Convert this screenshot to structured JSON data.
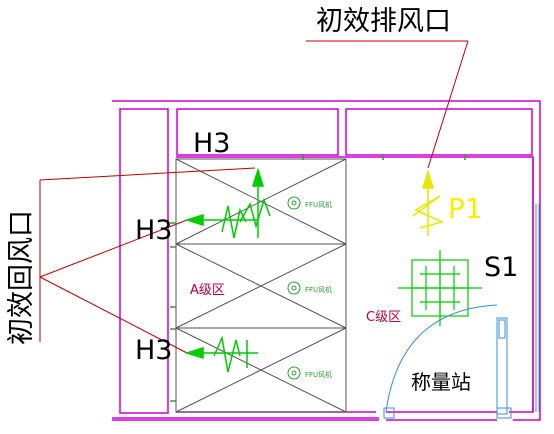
{
  "labels": {
    "exhaust_outlet": "初效排风口",
    "return_outlet": "初效回风口",
    "h3_top": "H3",
    "h3_mid": "H3",
    "h3_low": "H3",
    "p1": "P1",
    "s1": "S1",
    "zone_a": "A级区",
    "zone_c": "C级区",
    "ffu_1": "FFU风机",
    "ffu_2": "FFU风机",
    "ffu_3": "FFU风机",
    "room_name": "称量站"
  },
  "colors": {
    "wall": "#d000d0",
    "leader": "#c00000",
    "grid": "#555555",
    "supply": "#00cc00",
    "exhaust": "#e6e600",
    "zone_text": "#c0003a",
    "door": "#3a8fd0",
    "ffu": "#2e9e2e"
  },
  "icons": [
    "supply-air-arrow-icon",
    "exhaust-air-arrow-icon",
    "ffu-fan-icon",
    "door-swing-icon"
  ]
}
